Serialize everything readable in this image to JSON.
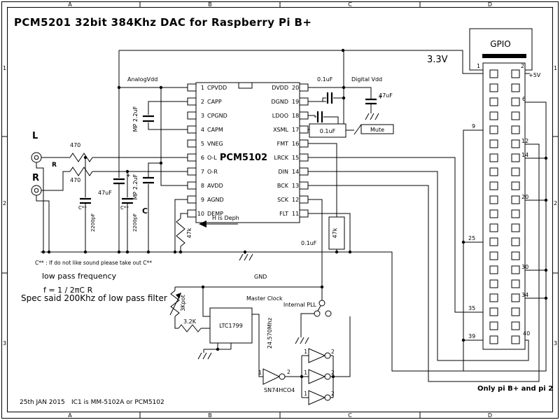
{
  "frame": {
    "title": "PCM5201 32bit 384Khz DAC for Raspberry Pi B+",
    "cols": [
      "A",
      "B",
      "C",
      "D"
    ],
    "rows": [
      "1",
      "2",
      "3"
    ]
  },
  "ic": {
    "label": "PCM5102",
    "pins_left": [
      [
        "1",
        "CPVDD"
      ],
      [
        "2",
        "CAPP"
      ],
      [
        "3",
        "CPGND"
      ],
      [
        "4",
        "CAPM"
      ],
      [
        "5",
        "VNEG"
      ],
      [
        "6",
        "O-L"
      ],
      [
        "7",
        "O-R"
      ],
      [
        "8",
        "AVDD"
      ],
      [
        "9",
        "AGND"
      ],
      [
        "10",
        "DEMP"
      ]
    ],
    "pins_right": [
      [
        "20",
        "DVDD"
      ],
      [
        "19",
        "DGND"
      ],
      [
        "18",
        "LDOO"
      ],
      [
        "17",
        "XSML"
      ],
      [
        "16",
        "FMT"
      ],
      [
        "15",
        "LRCK"
      ],
      [
        "14",
        "DIN"
      ],
      [
        "13",
        "BCK"
      ],
      [
        "12",
        "SCK"
      ],
      [
        "11",
        "FLT"
      ]
    ]
  },
  "gpio": {
    "title": "GPIO",
    "note": "Only pi B+ and pi 2",
    "pins": {
      "p1": "1",
      "p2": "2",
      "p5v": "+5V",
      "p6": "6",
      "p9": "9",
      "p12": "12",
      "p14": "14",
      "p20": "20",
      "p25": "25",
      "p30": "30",
      "p34": "34",
      "p35": "35",
      "p39": "39",
      "p40": "40"
    }
  },
  "labels": {
    "v33": "3.3V",
    "analog_vdd": "AnalogVdd",
    "digital_vdd": "Digital Vdd",
    "cap01_a": "0.1uF",
    "cap01_b": "0.1uF",
    "cap01_c": "0.1uF",
    "cap47_dig": "47uF",
    "cap47_an": "47uF",
    "plus": "+",
    "mute": "Mute",
    "mp22_a": "MP 2.2uF",
    "mp22_b": "MP 2.2uF",
    "c2200_a": "2200pF",
    "c2200_b": "2200pF",
    "cstar_a": "C**",
    "cstar_b": "C**",
    "c_big": "C",
    "r470_a": "470",
    "r470_b": "470",
    "r_mid": "R",
    "jack_l": "L",
    "jack_r": "R",
    "r47k_a": "47k",
    "r47k_b": "47k",
    "h_deph": "H is Deph",
    "gnd": "GND",
    "master_clock": "Master Clock",
    "internal_pll": "Internal PLL",
    "osc": "LTC1799",
    "freq": "24.570Mhz",
    "pot": "3Kpot",
    "r32": "3.2K",
    "hex_inv": "SN74HCO4",
    "pin1": "1",
    "pin2": "2"
  },
  "notes": {
    "c_note": "C** : If do not like sound please take out C**",
    "lp1": "low pass frequency",
    "lp2": "f = 1 / 2πC R",
    "lp3": "Spec said 200Khz of low pass filter"
  },
  "footer": {
    "date": "25th JAN 2015",
    "ic_note": "IC1 is MM-5102A or PCM5102"
  }
}
